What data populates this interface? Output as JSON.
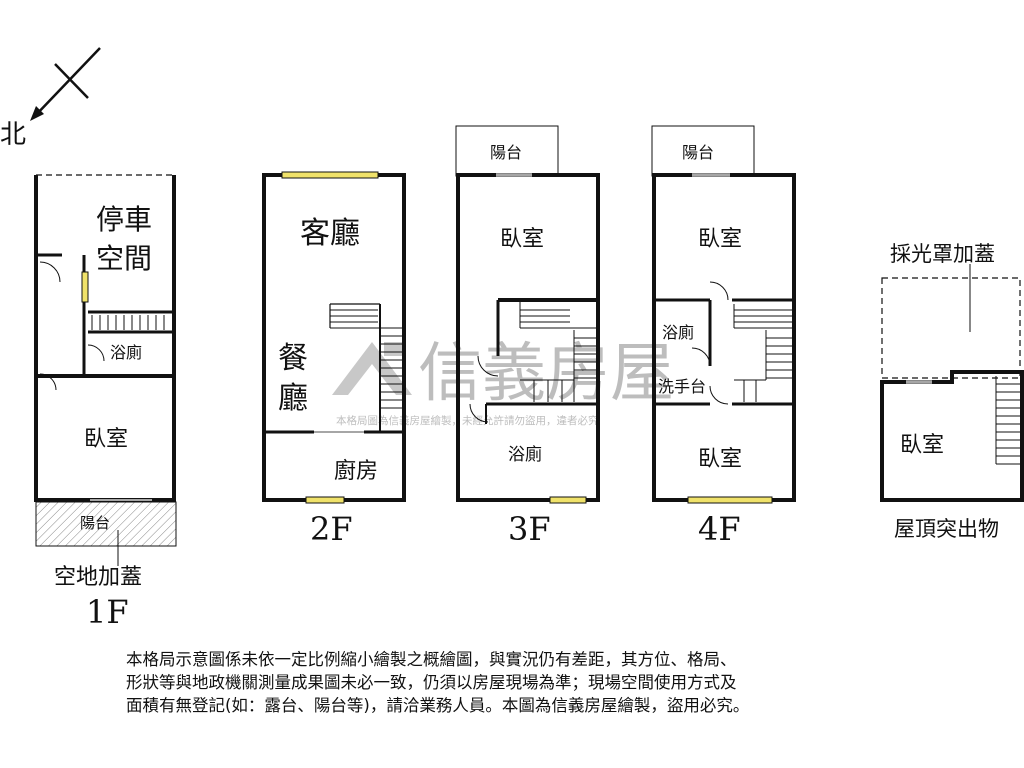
{
  "compass": {
    "north_label": "北"
  },
  "watermark": {
    "brand": "信義房屋",
    "notice": "本格局圖為信義房屋繪製，未經允許請勿盜用，違者必究"
  },
  "floors": {
    "f1": {
      "label": "1F",
      "rooms": {
        "parking_line1": "停車",
        "parking_line2": "空間",
        "bath": "浴廁",
        "bedroom": "臥室",
        "balcony": "陽台"
      },
      "note": "空地加蓋"
    },
    "f2": {
      "label": "2F",
      "rooms": {
        "living": "客廳",
        "dining_line1": "餐",
        "dining_line2": "廳",
        "kitchen": "廚房"
      }
    },
    "f3": {
      "label": "3F",
      "rooms": {
        "balcony": "陽台",
        "bedroom": "臥室",
        "bath": "浴廁"
      }
    },
    "f4": {
      "label": "4F",
      "rooms": {
        "balcony": "陽台",
        "bedroom_top": "臥室",
        "bath": "浴廁",
        "washbasin": "洗手台",
        "bedroom_bottom": "臥室"
      }
    },
    "roof": {
      "label": "屋頂突出物",
      "rooms": {
        "skylight": "採光罩加蓋",
        "bedroom": "臥室"
      }
    }
  },
  "disclaimer": {
    "line1": "本格局示意圖係未依一定比例縮小繪製之概繪圖，與實況仍有差距，其方位、格局、",
    "line2": "形狀等與地政機關測量成果圖未必一致，仍須以房屋現場為準；現場空間使用方式及",
    "line3": "面積有無登記(如：露台、陽台等)，請洽業務人員。本圖為信義房屋繪製，盜用必究。"
  }
}
